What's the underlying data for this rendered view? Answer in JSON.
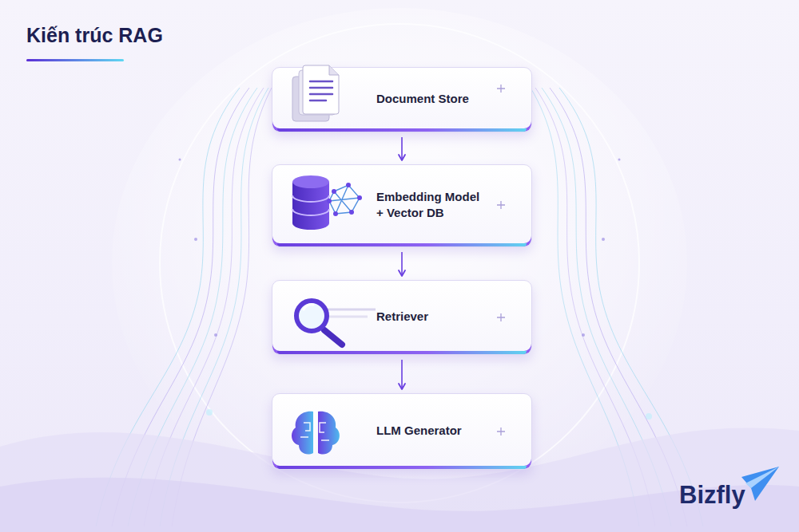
{
  "diagram": {
    "title": "Kiến trúc RAG",
    "nodes": [
      {
        "text": [
          "Document Store"
        ]
      },
      {
        "text": [
          "Embedding Model + Vector DB"
        ]
      },
      {
        "text": [
          "Retriever"
        ]
      },
      {
        "text": [
          "LLM Generator"
        ]
      }
    ],
    "edges": [
      {
        "from": 0,
        "to": 1,
        "arrow": "to"
      },
      {
        "from": 1,
        "to": 2,
        "arrow": "to"
      },
      {
        "from": 2,
        "to": 3,
        "arrow": "to"
      }
    ],
    "labels": [
      "Bizfly"
    ]
  }
}
